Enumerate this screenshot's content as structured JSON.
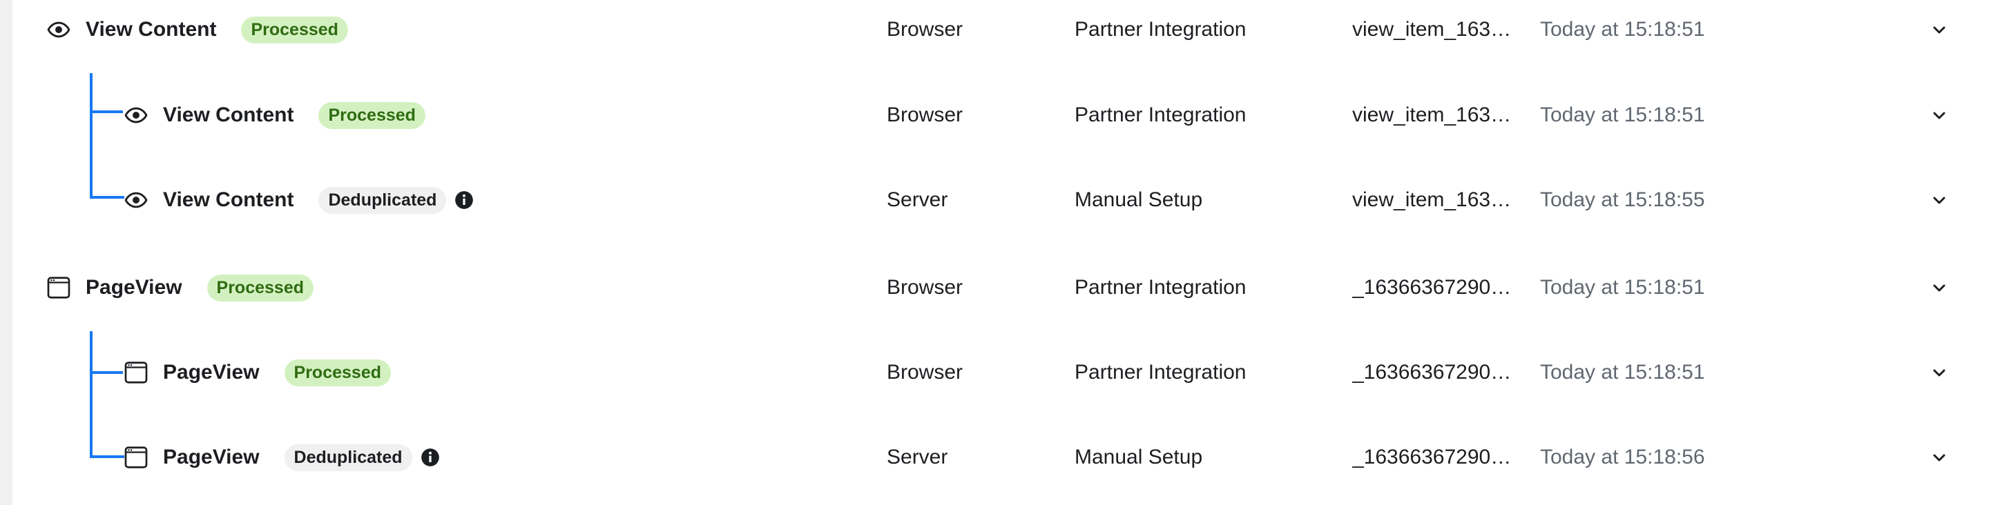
{
  "colors": {
    "accent": "#1877f2",
    "processed_bg": "#d3f1c0",
    "processed_text": "#2f6b12",
    "dedup_bg": "#f0f0f0"
  },
  "rows": [
    {
      "name": "View Content",
      "icon": "eye-icon",
      "status": "Processed",
      "source": "Browser",
      "setup": "Partner Integration",
      "event_id": "view_item_163…",
      "time": "Today at 15:18:51"
    },
    {
      "name": "View Content",
      "icon": "eye-icon",
      "status": "Processed",
      "source": "Browser",
      "setup": "Partner Integration",
      "event_id": "view_item_163…",
      "time": "Today at 15:18:51"
    },
    {
      "name": "View Content",
      "icon": "eye-icon",
      "status": "Deduplicated",
      "source": "Server",
      "setup": "Manual Setup",
      "event_id": "view_item_163…",
      "time": "Today at 15:18:55"
    },
    {
      "name": "PageView",
      "icon": "browser-window-icon",
      "status": "Processed",
      "source": "Browser",
      "setup": "Partner Integration",
      "event_id": "_16366367290…",
      "time": "Today at 15:18:51"
    },
    {
      "name": "PageView",
      "icon": "browser-window-icon",
      "status": "Processed",
      "source": "Browser",
      "setup": "Partner Integration",
      "event_id": "_16366367290…",
      "time": "Today at 15:18:51"
    },
    {
      "name": "PageView",
      "icon": "browser-window-icon",
      "status": "Deduplicated",
      "source": "Server",
      "setup": "Manual Setup",
      "event_id": "_16366367290…",
      "time": "Today at 15:18:56"
    }
  ]
}
